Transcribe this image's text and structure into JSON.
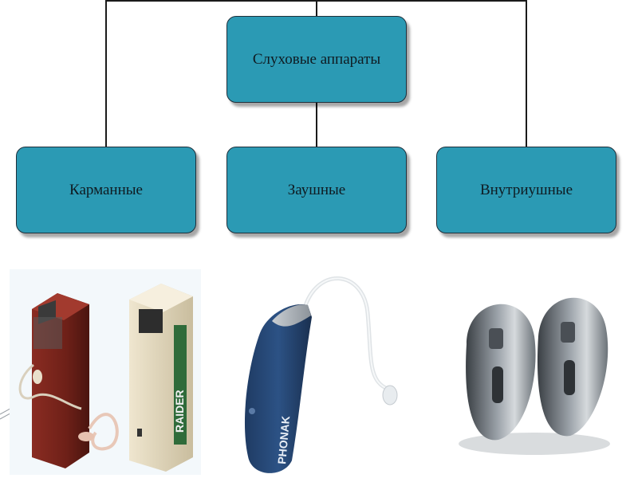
{
  "diagram": {
    "root": {
      "label": "Слуховые аппараты"
    },
    "children": [
      {
        "label": "Карманные"
      },
      {
        "label": "Заушные"
      },
      {
        "label": "Внутриушные"
      }
    ]
  },
  "pictures": {
    "pocket": {
      "brand": "RAIDER"
    },
    "bte": {
      "brand": "PHONAK"
    },
    "ite": {}
  },
  "colors": {
    "node_fill": "#2b9ab4",
    "node_border": "#1f2f3a",
    "connector": "#1a1a1a"
  }
}
